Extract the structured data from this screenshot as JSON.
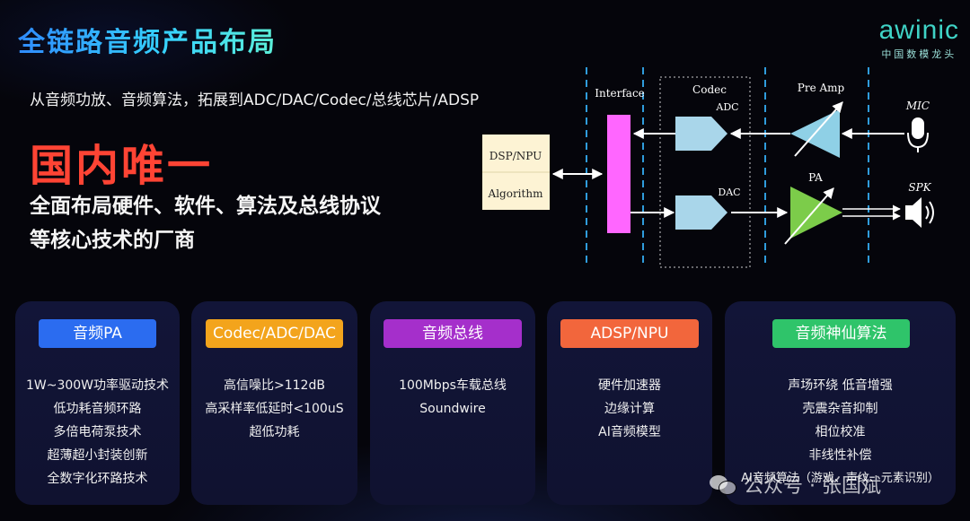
{
  "title": "全链路音频产品布局",
  "logo": {
    "word": "awinic",
    "sub": "中国数模龙头"
  },
  "subtitle": "从音频功放、音频算法，拓展到ADC/DAC/Codec/总线芯片/ADSP",
  "headline": "国内唯一",
  "description": [
    "全面布局硬件、软件、算法及总线协议",
    "等核心技术的厂商"
  ],
  "diagram": {
    "dsp_label": "DSP/NPU",
    "algorithm_label": "Algorithm",
    "interface_label": "Interface",
    "codec_label": "Codec",
    "adc_label": "ADC",
    "dac_label": "DAC",
    "preamp_label": "Pre Amp",
    "pa_label": "PA",
    "mic_label": "MIC",
    "spk_label": "SPK",
    "icons": [
      "microphone-icon",
      "speaker-icon"
    ],
    "colors": {
      "interface": "#ff66ff",
      "converter": "#a9d6ea",
      "preamp": "#8fd0e6",
      "pa": "#7ccc4a",
      "dsp_box": "#fdf3d4",
      "dashed": "#2f9cdc"
    }
  },
  "cards": [
    {
      "tag": "音频PA",
      "tag_color": "#2b6cf0",
      "lines": [
        "1W~300W功率驱动技术",
        "低功耗音频环路",
        "多倍电荷泵技术",
        "超薄超小封装创新",
        "全数字化环路技术"
      ]
    },
    {
      "tag": "Codec/ADC/DAC",
      "tag_color": "#f3a41c",
      "lines": [
        "高信噪比>112dB",
        "高采样率低延时<100uS",
        "超低功耗"
      ]
    },
    {
      "tag": "音频总线",
      "tag_color": "#a52fcb",
      "lines": [
        "100Mbps车载总线",
        "Soundwire"
      ]
    },
    {
      "tag": "ADSP/NPU",
      "tag_color": "#f2663c",
      "lines": [
        "硬件加速器",
        "边缘计算",
        "AI音频模型"
      ]
    },
    {
      "tag": "音频神仙算法",
      "tag_color": "#2fc46a",
      "lines": [
        "声场环绕 低音增强",
        "壳震杂音抑制",
        "相位校准",
        "非线性补偿",
        "AI音频算法（游戏、声纹、元素识别）"
      ]
    }
  ],
  "watermark": "公众号 · 张国斌"
}
